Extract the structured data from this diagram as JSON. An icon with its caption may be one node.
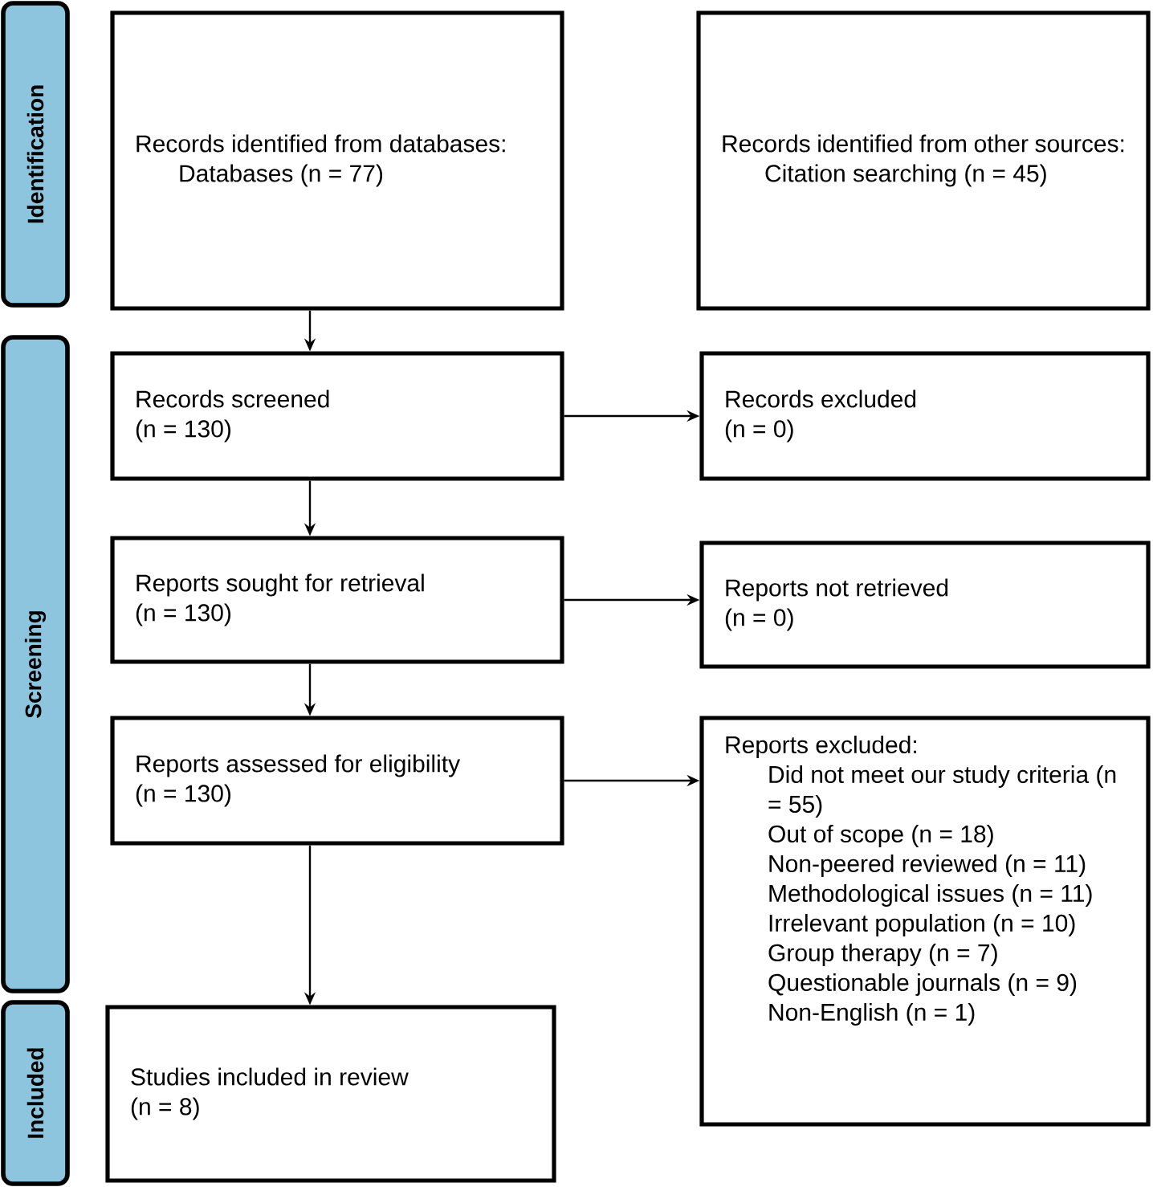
{
  "diagram": {
    "nodes": [
      {
        "text": [
          "Identification"
        ]
      },
      {
        "text": [
          "Screening"
        ]
      },
      {
        "text": [
          "Included"
        ]
      },
      {
        "text": [
          "Records identified from databases:",
          "Databases (n = 77)"
        ]
      },
      {
        "text": [
          "Records identified from other sources:",
          "Citation searching (n = 45)"
        ]
      },
      {
        "text": [
          "Records screened",
          "(n = 130)"
        ]
      },
      {
        "text": [
          "Records excluded",
          "(n = 0)"
        ]
      },
      {
        "text": [
          "Reports sought for retrieval",
          "(n = 130)"
        ]
      },
      {
        "text": [
          "Reports not retrieved",
          "(n = 0)"
        ]
      },
      {
        "text": [
          "Reports assessed for eligibility",
          "(n = 130)"
        ]
      },
      {
        "text": [
          "Reports excluded:",
          "Did not meet our study criteria (n = 55)",
          "Out of scope (n = 18)",
          "Non-peered reviewed (n = 11)",
          "Methodological issues (n = 11)",
          "Irrelevant population (n = 10)",
          "Group therapy (n = 7)",
          "Questionable journals (n = 9)",
          "Non-English (n = 1)"
        ]
      },
      {
        "text": [
          "Studies included in review",
          "(n = 8)"
        ]
      }
    ],
    "edges": [
      {
        "from": 3,
        "to": 5,
        "arrow": "to"
      },
      {
        "from": 5,
        "to": 6,
        "arrow": "to"
      },
      {
        "from": 5,
        "to": 7,
        "arrow": "to"
      },
      {
        "from": 7,
        "to": 8,
        "arrow": "to"
      },
      {
        "from": 7,
        "to": 9,
        "arrow": "to"
      },
      {
        "from": 9,
        "to": 10,
        "arrow": "to"
      },
      {
        "from": 9,
        "to": 11,
        "arrow": "to"
      }
    ]
  }
}
